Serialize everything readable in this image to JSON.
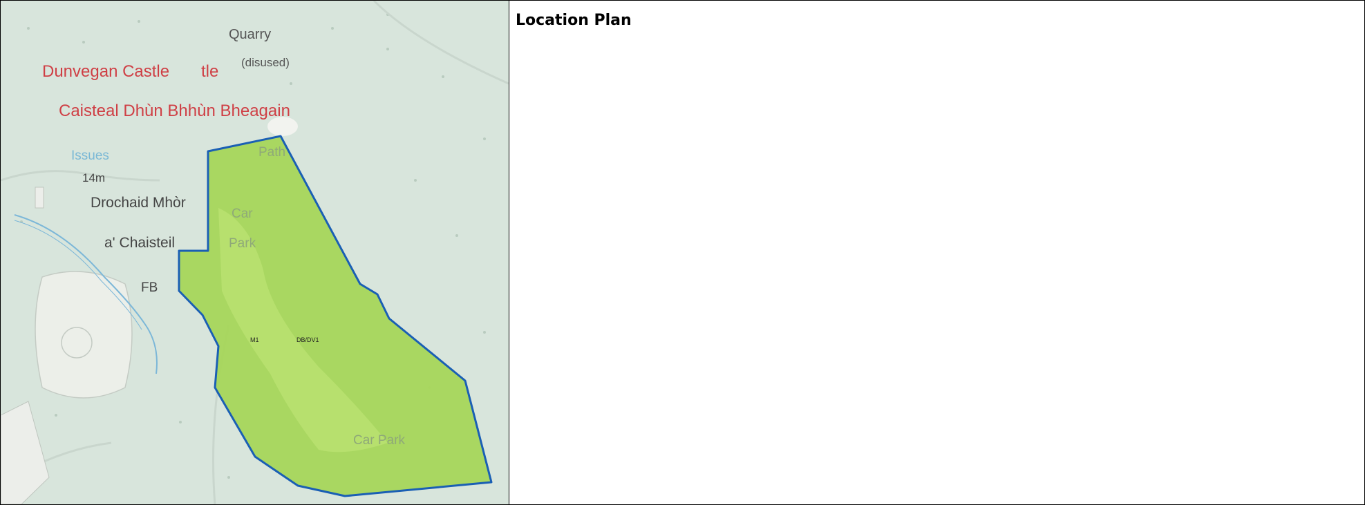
{
  "panel": {
    "heading": "Location Plan"
  },
  "map": {
    "labels": {
      "quarry": "Quarry",
      "disused": "(disused)",
      "castle_en": "Dunvegan Castle",
      "castle_fragment": "tle",
      "castle_gd": "Caisteal Dhùn Bhhùn Bheagain",
      "issues": "Issues",
      "spot_height": "14m",
      "drochaid": "Drochaid Mhòr",
      "chaisteil": "a' Chaisteil",
      "fb": "FB",
      "path": "Path",
      "car": "Car",
      "park": "Park",
      "site_ref_a": "M1",
      "site_ref_b": "DB/DV1",
      "car_park": "Car Park"
    },
    "colors": {
      "background": "#d8e5dc",
      "site_fill": "#a6d65a",
      "site_outline": "#1a5fb4",
      "place_label": "#cf3f45",
      "water_label": "#7ab8d6",
      "text": "#444444",
      "water": "#7cb7d8"
    }
  }
}
